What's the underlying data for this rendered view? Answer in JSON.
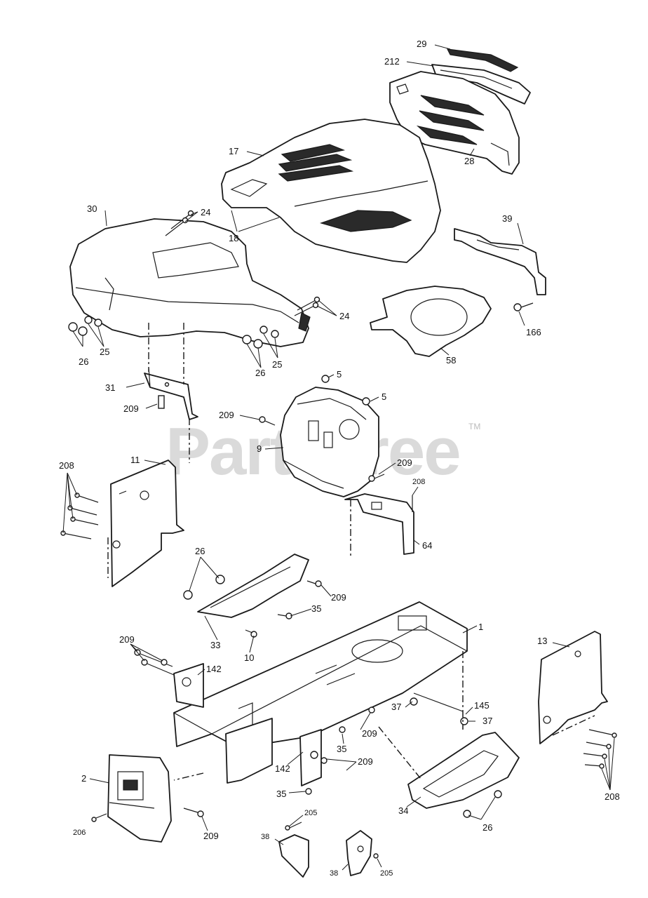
{
  "watermark": {
    "text": "PartsTree",
    "trademark": "TM"
  },
  "callouts": {
    "c29": "29",
    "c212": "212",
    "c17": "17",
    "c28": "28",
    "c18": "18",
    "c30": "30",
    "c24a": "24",
    "c24b": "24",
    "c39": "39",
    "c166": "166",
    "c25a": "25",
    "c26a": "26",
    "c25b": "25",
    "c26b": "26",
    "c58": "58",
    "c31": "31",
    "c209a": "209",
    "c5a": "5",
    "c5b": "5",
    "c209b": "209",
    "c9": "9",
    "c209c": "209",
    "c208a": "208",
    "c11": "11",
    "c208b": "208",
    "c64": "64",
    "c26c": "26",
    "c209d": "209",
    "c35a": "35",
    "c33": "33",
    "c10": "10",
    "c1": "1",
    "c209e": "209",
    "c142a": "142",
    "c13": "13",
    "c37a": "37",
    "c145": "145",
    "c37b": "37",
    "c209f": "209",
    "c35b": "35",
    "c209g": "209",
    "c142b": "142",
    "c2": "2",
    "c35c": "35",
    "c34": "34",
    "c208c": "208",
    "c206": "206",
    "c209h": "209",
    "c205a": "205",
    "c26d": "26",
    "c38a": "38",
    "c38b": "38",
    "c205b": "205"
  }
}
